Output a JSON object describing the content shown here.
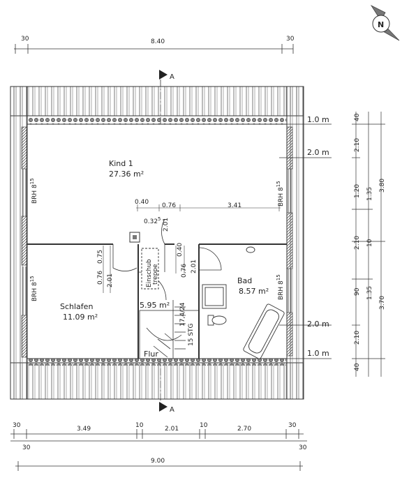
{
  "rooms": {
    "kind": {
      "name": "Kind 1",
      "area": "27.36 m²"
    },
    "schlafen": {
      "name": "Schlafen",
      "area": "11.09 m²"
    },
    "flur": {
      "name": "Flur",
      "area": "5.95 m²"
    },
    "bad": {
      "name": "Bad",
      "area": "8.57 m²"
    }
  },
  "labels": {
    "einschub_line1": "Einschub",
    "einschub_line2": "treppe",
    "stair": "15 STG",
    "stair_dims": "17,4/24",
    "section_mark": "A",
    "brh": "BRH 8",
    "brh_sup": "15"
  },
  "dims_top": {
    "left": "30",
    "main": "8.40",
    "right": "30"
  },
  "dims_bottom_row1": {
    "a": "30",
    "b": "3.49",
    "c": "10",
    "d": "2.01",
    "e": "10",
    "f": "2.70",
    "g": "30"
  },
  "dims_bottom_row2": {
    "left": "30",
    "right": "30"
  },
  "dims_bottom_total": "9.00",
  "dims_right_height": {
    "top": "1.0 m",
    "upper": "2.0 m",
    "lower": "2.0 m",
    "bottom": "1.0 m",
    "unit": "m"
  },
  "dims_right_col1": [
    "40",
    "2.10",
    "1.20",
    "2.10",
    "90",
    "2.10",
    "40"
  ],
  "dims_right_col2": [
    "1.35",
    "10",
    "1.35"
  ],
  "dims_right_col3": [
    "3.80",
    "3.70"
  ],
  "dims_inner": {
    "d040": "0.40",
    "d076": "0.76",
    "d341": "3.41",
    "d032": "0.32",
    "d032_sup": "5",
    "d201": "2.01",
    "d075": "0.75",
    "d076b": "0.76",
    "d201b": "2.01",
    "d040b": "0.40",
    "d076c": "0.76",
    "d201c": "2.01"
  }
}
